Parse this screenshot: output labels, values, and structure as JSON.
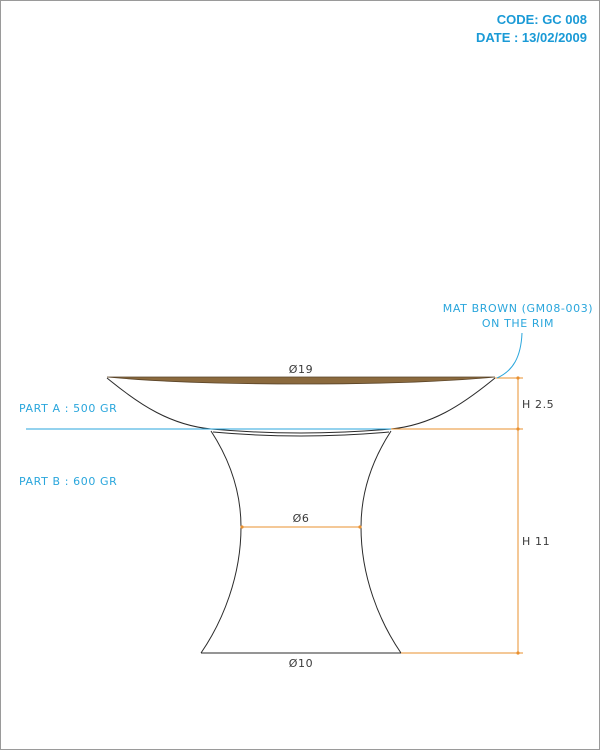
{
  "header": {
    "code": "CODE: GC 008",
    "date": "DATE : 13/02/2009"
  },
  "note": {
    "line1": "MAT BROWN (GM08-003)",
    "line2": "ON THE RIM"
  },
  "parts": {
    "a": "PART A : 500 GR",
    "b": "PART B : 600 GR"
  },
  "dimensions": {
    "top_diameter": "Ø19",
    "mid_diameter": "Ø6",
    "base_diameter": "Ø10",
    "height_a": "H 2.5",
    "height_b": "H 11"
  },
  "colors": {
    "blue": "#2aa6dc",
    "orange": "#e9902f",
    "rim": "#8b6a3e",
    "outline": "#2b2b2b"
  }
}
